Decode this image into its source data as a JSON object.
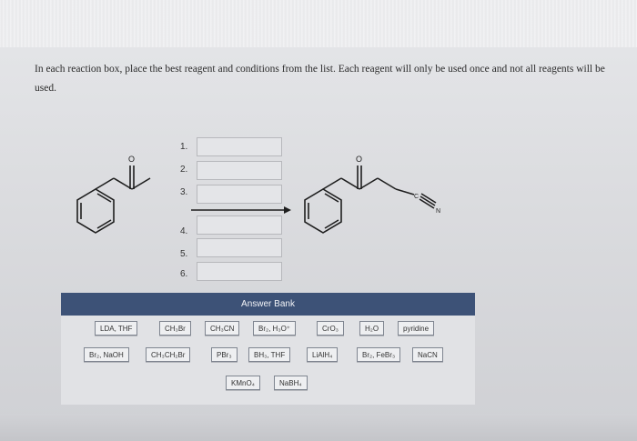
{
  "instructions": "In each reaction box, place the best reagent and conditions from the list. Each reagent will only be used once and not all reagents will be used.",
  "steps": [
    "1.",
    "2.",
    "3.",
    "4.",
    "5.",
    "6."
  ],
  "molecules": {
    "start": {
      "atom_o": "O"
    },
    "product": {
      "atom_o": "O",
      "atom_c": "C",
      "atom_n": "N"
    }
  },
  "answer_bank": {
    "title": "Answer Bank",
    "reagents": [
      "LDA, THF",
      "CH₃Br",
      "CH₃CN",
      "Br₂, H₃O⁺",
      "CrO₃",
      "H₂O",
      "pyridine",
      "Br₂, NaOH",
      "CH₃CH₂Br",
      "PBr₃",
      "BH₃, THF",
      "LiAlH₄",
      "Br₂, FeBr₃",
      "NaCN",
      "KMnO₄",
      "NaBH₄"
    ]
  },
  "colors": {
    "header": "#3d5277",
    "box_border": "#b7b8bc"
  }
}
